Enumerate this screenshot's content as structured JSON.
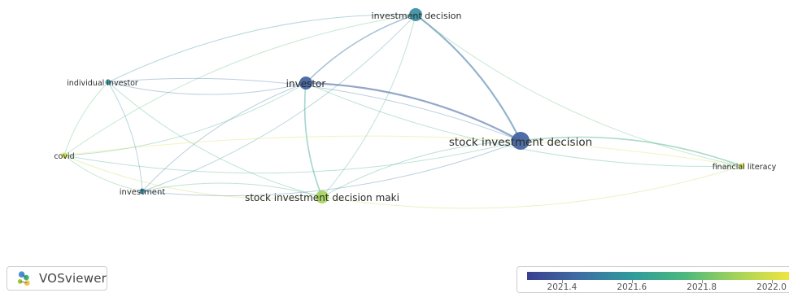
{
  "network": {
    "nodes": [
      {
        "id": "investment-decision",
        "label": "investment decision",
        "year": 2021.55,
        "weight": 2
      },
      {
        "id": "investor",
        "label": "investor",
        "year": 2021.4,
        "weight": 2
      },
      {
        "id": "individual-investor",
        "label": "individual investor",
        "year": 2021.55,
        "weight": 1
      },
      {
        "id": "stock-investment-decision",
        "label": "stock investment decision",
        "year": 2021.4,
        "weight": 3
      },
      {
        "id": "covid",
        "label": "covid",
        "year": 2022.0,
        "weight": 1
      },
      {
        "id": "investment",
        "label": "investment",
        "year": 2021.55,
        "weight": 1
      },
      {
        "id": "stock-investment-decision-maki",
        "label": "stock investment decision maki",
        "year": 2021.9,
        "weight": 2
      },
      {
        "id": "financial-literacy",
        "label": "financial literacy",
        "year": 2022.0,
        "weight": 1
      }
    ],
    "links": [
      [
        "investment-decision",
        "investor",
        2
      ],
      [
        "investment-decision",
        "stock-investment-decision",
        3
      ],
      [
        "investment-decision",
        "individual-investor",
        1
      ],
      [
        "investment-decision",
        "investment",
        1
      ],
      [
        "investment-decision",
        "covid",
        1
      ],
      [
        "investment-decision",
        "stock-investment-decision-maki",
        1
      ],
      [
        "investment-decision",
        "financial-literacy",
        1
      ],
      [
        "investor",
        "stock-investment-decision",
        3
      ],
      [
        "investor",
        "stock-investment-decision-maki",
        2
      ],
      [
        "investor",
        "individual-investor",
        1
      ],
      [
        "investor",
        "investment",
        1
      ],
      [
        "investor",
        "covid",
        1
      ],
      [
        "investor",
        "financial-literacy",
        1
      ],
      [
        "stock-investment-decision",
        "financial-literacy",
        2
      ],
      [
        "stock-investment-decision",
        "stock-investment-decision-maki",
        1
      ],
      [
        "stock-investment-decision",
        "investment",
        1
      ],
      [
        "stock-investment-decision",
        "individual-investor",
        1
      ],
      [
        "stock-investment-decision",
        "covid",
        1
      ],
      [
        "stock-investment-decision-maki",
        "financial-literacy",
        1
      ],
      [
        "stock-investment-decision-maki",
        "covid",
        1
      ],
      [
        "stock-investment-decision-maki",
        "investment",
        1
      ],
      [
        "stock-investment-decision-maki",
        "individual-investor",
        1
      ],
      [
        "individual-investor",
        "covid",
        1
      ],
      [
        "individual-investor",
        "investment",
        1
      ],
      [
        "covid",
        "investment",
        1
      ],
      [
        "covid",
        "financial-literacy",
        1
      ]
    ]
  },
  "logo": {
    "name": "VOSviewer",
    "icon": "vosviewer-logo-icon"
  },
  "legend": {
    "colormap": [
      "#3b3f8f",
      "#3e6ea3",
      "#2f9a9c",
      "#4cb87d",
      "#a4d35a",
      "#f0e540"
    ],
    "range": [
      2021.3,
      2022.05
    ],
    "ticks": [
      "2021.4",
      "2021.6",
      "2021.8",
      "2022.0"
    ]
  }
}
